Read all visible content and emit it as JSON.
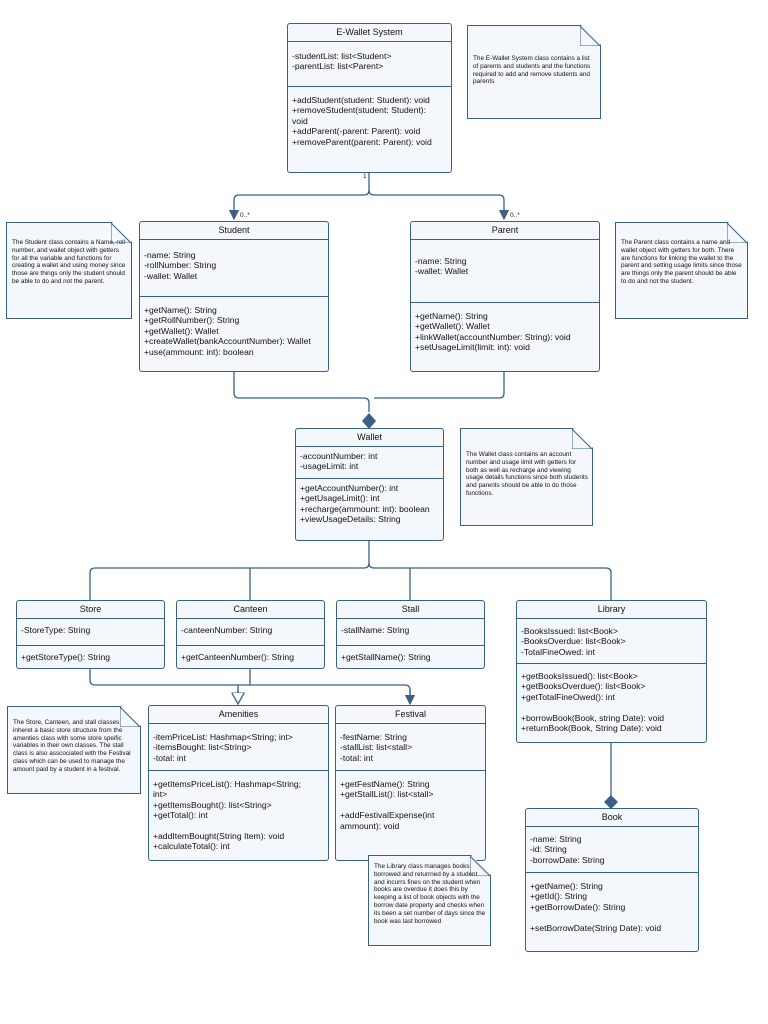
{
  "classes": {
    "ewallet": {
      "name": "E-Wallet System",
      "attributes": "-studentList: list<Student>\n-parentList: list<Parent>",
      "methods": "+addStudent(student: Student): void\n+removeStudent(student: Student):\nvoid\n+addParent(-parent: Parent): void\n+removeParent(parent: Parent): void"
    },
    "student": {
      "name": "Student",
      "attributes": "-name: String\n-rollNumber: String\n-wallet: Wallet",
      "methods": "+getName(): String\n+getRollNumber(): String\n+getWallet(): Wallet\n+createWallet(bankAccountNumber): Wallet\n+use(ammount: int): boolean"
    },
    "parent": {
      "name": "Parent",
      "attributes": "-name: String\n-wallet: Wallet",
      "methods": "+getName(): String\n+getWallet(): Wallet\n+linkWallet(accountNumber: String): void\n+setUsageLimit(limit: int): void"
    },
    "wallet": {
      "name": "Wallet",
      "attributes": "-accountNumber: int\n-usageLimit: int",
      "methods": "+getAccountNumber(): int\n+getUsageLimit(): int\n+recharge(ammount: int): boolean\n+viewUsageDetails: String"
    },
    "store": {
      "name": "Store",
      "attributes": "-StoreType: String",
      "methods": "+getStoreType(): String"
    },
    "canteen": {
      "name": "Canteen",
      "attributes": "-canteenNumber: String",
      "methods": "+getCanteenNumber(): String"
    },
    "stall": {
      "name": "Stall",
      "attributes": "-stallName: String",
      "methods": "+getStallName(): String"
    },
    "library": {
      "name": "Library",
      "attributes": "-BooksIssued: list<Book>\n-BooksOverdue: list<Book>\n-TotalFineOwed: int",
      "methods": "+getBooksIssued(): list<Book>\n+getBooksOverdue(): list<Book>\n+getTotalFineOwed(): int\n\n+borrowBook(Book, string Date): void\n+returnBook(Book, String Date): void"
    },
    "amenities": {
      "name": "Amenities",
      "attributes": "-itemPriceList: Hashmap<String; int>\n-itemsBought: list<String>\n-total: int",
      "methods": "+getItemsPriceList(): Hashmap<String;\nint>\n+getItemsBought(): list<String>\n+getTotal(): int\n\n+addItemBought(String Item): void\n+calculateTotal(): int"
    },
    "festival": {
      "name": "Festival",
      "attributes": "-festName: String\n-stallList: list<stall>\n-total: int",
      "methods": "+getFestName(): String\n+getStallList(): list<stall>\n\n+addFestivalExpense(int\nammount): void"
    },
    "book": {
      "name": "Book",
      "attributes": "-name: String\n-id: String\n-borrowDate: String",
      "methods": "+getName(): String\n+getId(): String\n+getBorrowDate(): String\n\n+setBorrowDate(String Date): void"
    }
  },
  "notes": {
    "ewallet": "The E-Wallet System class contains a list of parents and students and the functions required to add and remove students and parents",
    "student": "The Student class contains a Name, roll number, and wallet object with getters for all the variable and functions for creating a wallet and using money since those are things only the student should be able to do and not the parent.",
    "parent": "The Parent class contains a name and wallet object with getters for both. There are functions for linking the wallet to the parent and setting usage limits since those are things only the parent should be able to do and not the student.",
    "wallet": "The Wallet class contains an account number and usage limit with getters for both as well as recharge and viewing usage details functions since both students and parents should be able to do those functions.",
    "stores": "The Store, Canteen, and stall classes inheret a basic store structure from the amenties class with some store speific variables in their own classes. The stall class is also asscociated with the Festival class which can be used to manage the amount paid by a student in a festival.",
    "library": "The Library class manages books borrowed and returrned by a student and incurrs fines on the student when books are overdue it does this by keeping a list of book objects with the borrow date property and checks when its been a set number of days since the book was last borrowed"
  },
  "multiplicity": {
    "one": "1",
    "many_student": "0..*",
    "many_parent": "0..*"
  },
  "colors": {
    "border": "#3b5f86",
    "fill": "#f4f8fc"
  }
}
